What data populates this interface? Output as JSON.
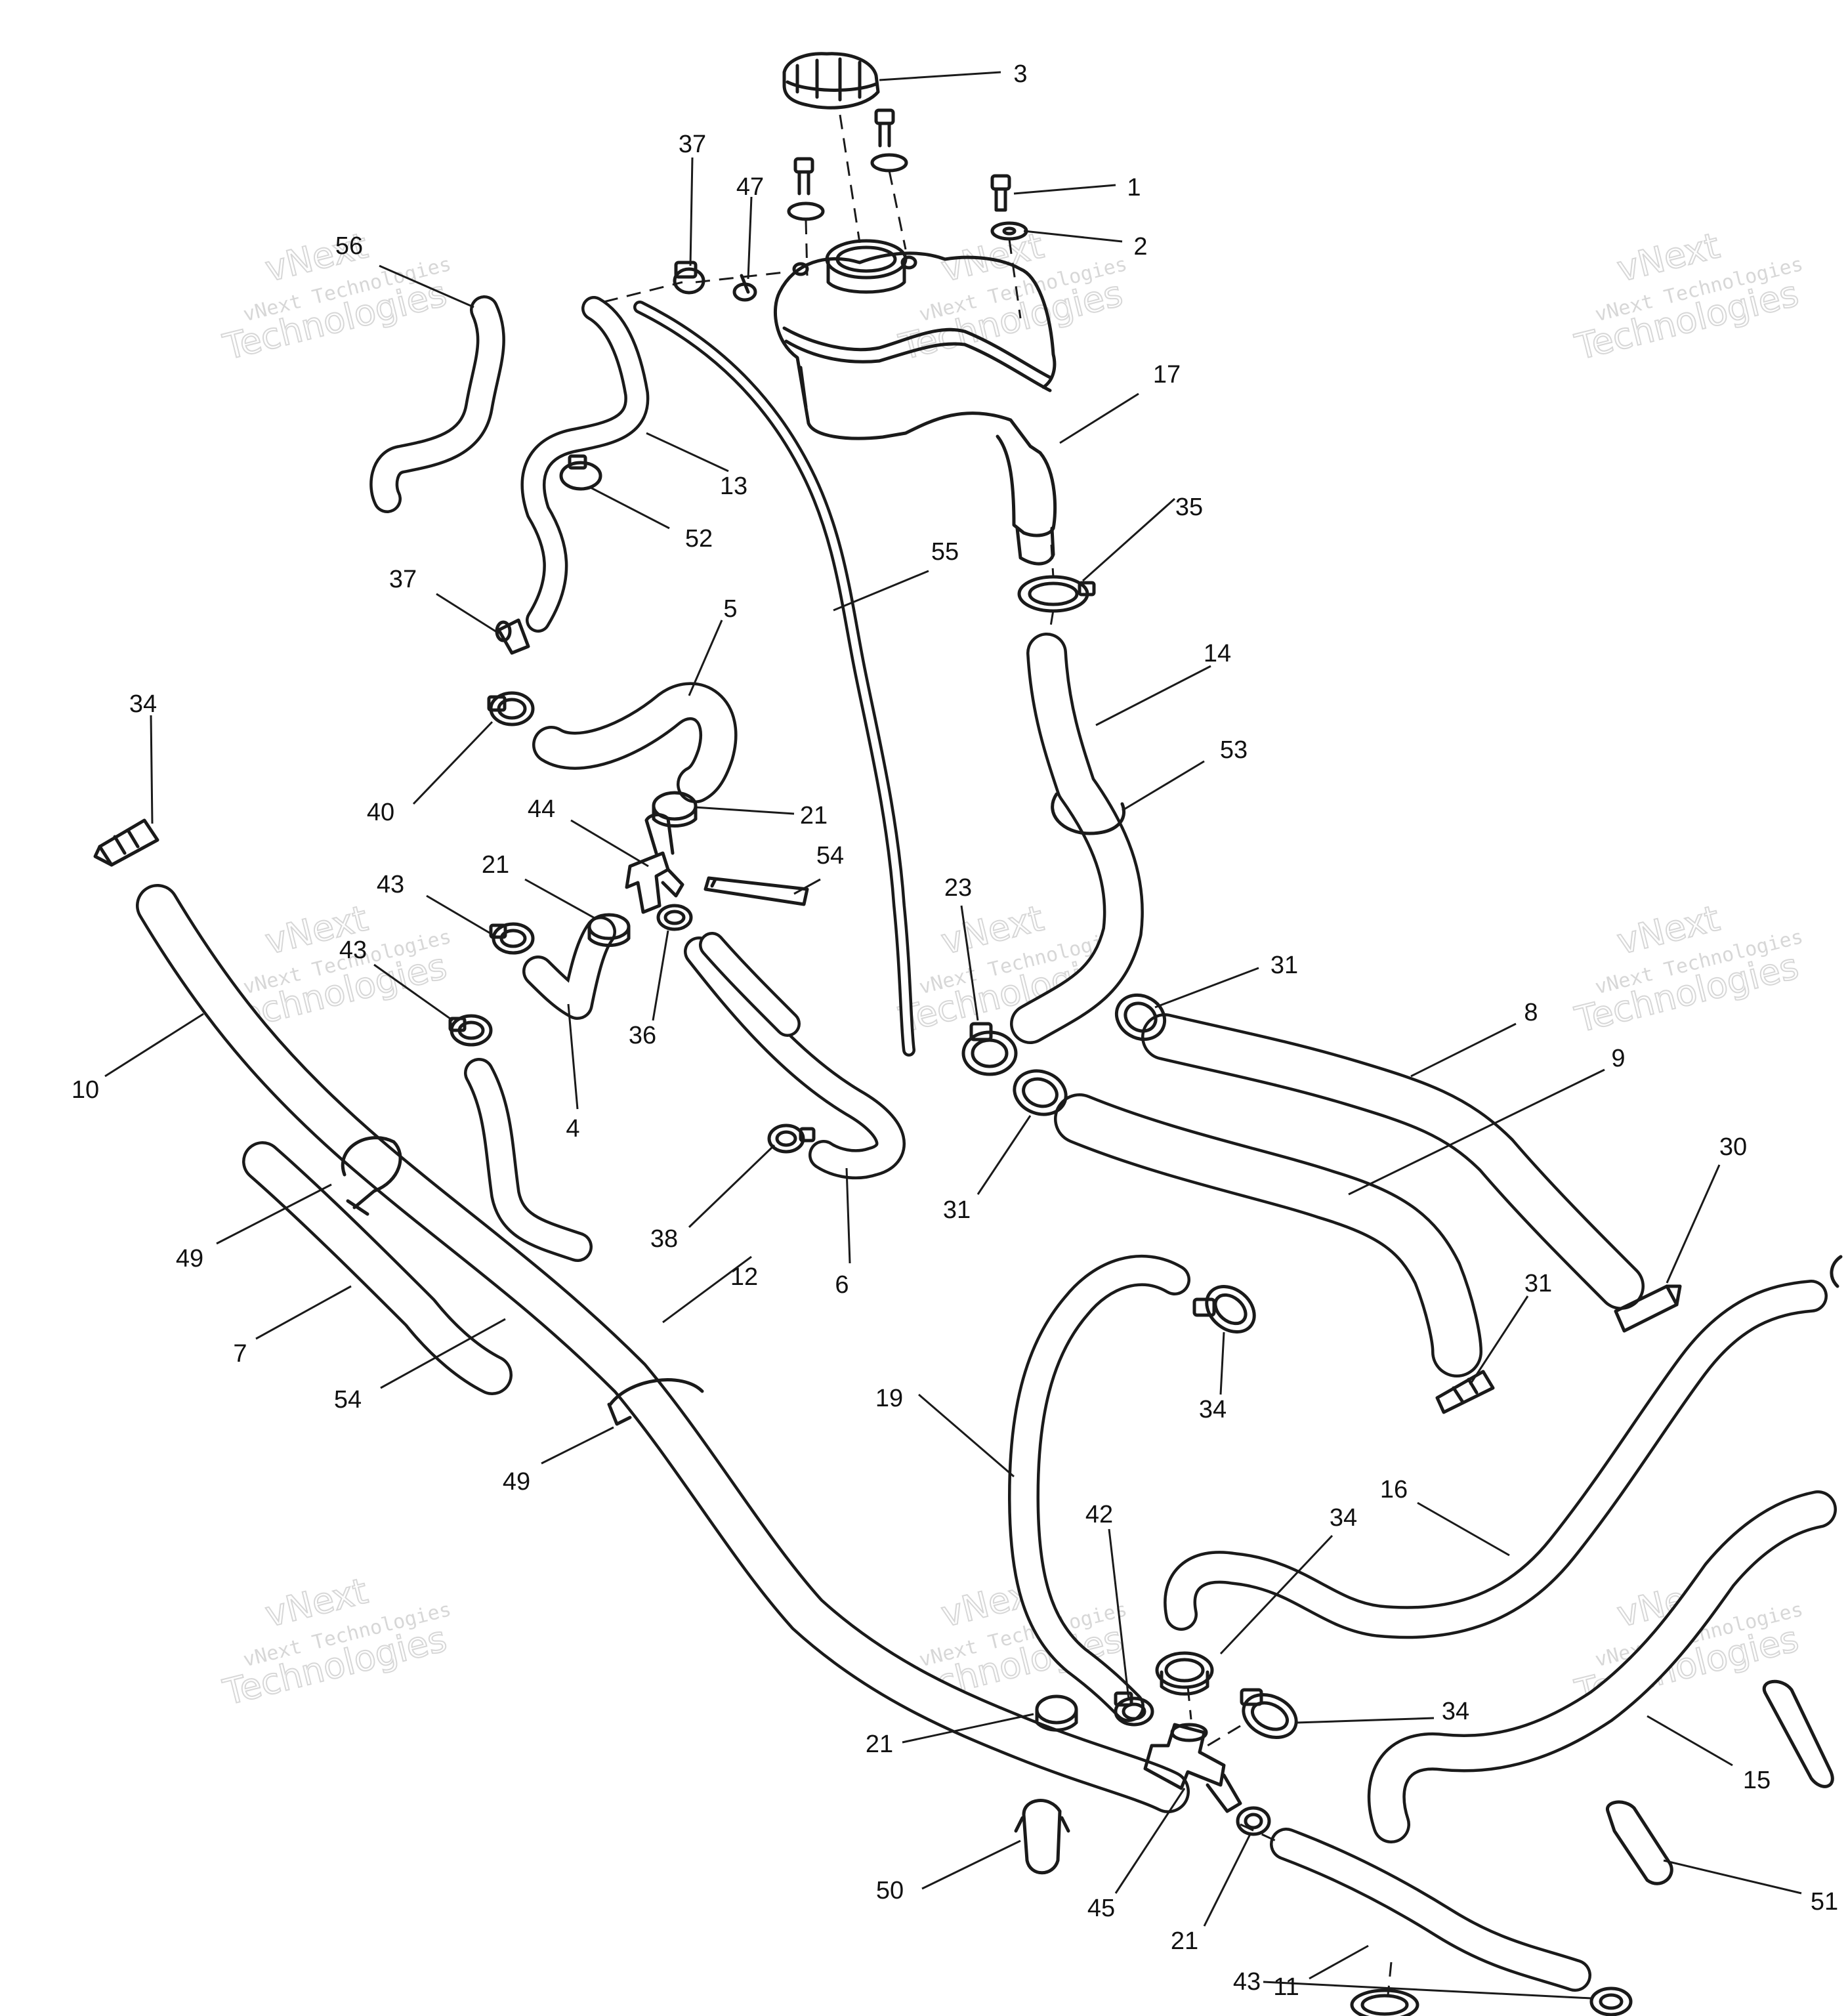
{
  "callouts": [
    "1",
    "2",
    "3",
    "4",
    "5",
    "6",
    "7",
    "8",
    "9",
    "10",
    "11",
    "12",
    "13",
    "14",
    "15",
    "16",
    "17",
    "19",
    "21",
    "23",
    "30",
    "31",
    "34",
    "35",
    "36",
    "37",
    "38",
    "40",
    "42",
    "43",
    "44",
    "45",
    "47",
    "49",
    "50",
    "51",
    "52",
    "53",
    "54",
    "55",
    "56"
  ],
  "watermark": {
    "line1": "vNext",
    "line2": "vNext Technologies",
    "line3": "Technologies"
  },
  "colors": {
    "line": "#1a1a1a",
    "watermark": "#b8b8b8",
    "background": "#ffffff"
  }
}
